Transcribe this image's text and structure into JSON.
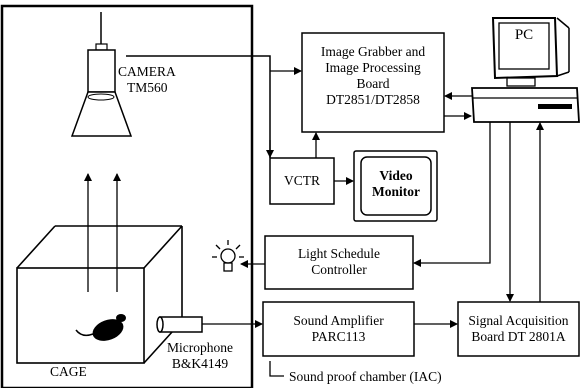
{
  "diagram": {
    "camera_label_1": "CAMERA",
    "camera_label_2": "TM560",
    "grabber_line_1": "Image Grabber and",
    "grabber_line_2": "Image Processing",
    "grabber_line_3": "Board",
    "grabber_line_4": "DT2851/DT2858",
    "pc_label": "PC",
    "vctr_label": "VCTR",
    "monitor_line_1": "Video",
    "monitor_line_2": "Monitor",
    "light_line_1": "Light Schedule",
    "light_line_2": "Controller",
    "amp_line_1": "Sound Amplifier",
    "amp_line_2": "PARC113",
    "sig_line_1": "Signal Acquisition",
    "sig_line_2": "Board DT 2801A",
    "cage_label": "CAGE",
    "mic_line_1": "Microphone",
    "mic_line_2": "B&K4149",
    "chamber_label": "Sound proof chamber (IAC)"
  }
}
